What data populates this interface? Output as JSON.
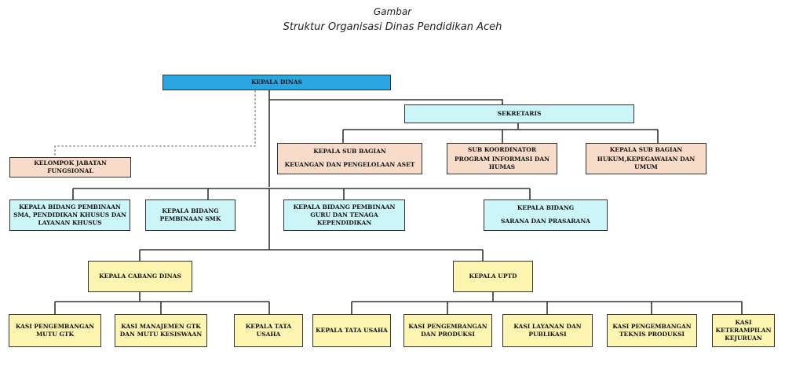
{
  "header": {
    "line1": "Gambar",
    "line2": "Struktur Organisasi Dinas Pendidikan Aceh"
  },
  "boxes": {
    "kepala_dinas": "KEPALA DINAS",
    "sekretaris": "SEKRETARIS",
    "kelompok": "KELOMPOK JABATAN FUNGSIONAL",
    "kasubag_keuangan": {
      "line1": "KEPALA SUB BAGIAN",
      "line2": "KEUANGAN DAN PENGELOLAAN ASET"
    },
    "subkoor_program": {
      "line1": "SUB KOORDINATOR",
      "line2": "PROGRAM INFORMASI DAN HUMAS"
    },
    "kasubag_hukum": {
      "line1": "KEPALA SUB BAGIAN",
      "line2": "HUKUM,KEPEGAWAIAN DAN UMUM"
    },
    "kabid_sma": "KEPALA BIDANG PEMBINAAN SMA, PENDIDIKAN KHUSUS DAN LAYANAN KHUSUS",
    "kabid_smk": "KEPALA BIDANG PEMBINAAN SMK",
    "kabid_guru": "KEPALA BIDANG PEMBINAAN GURU DAN TENAGA KEPENDIDIKAN",
    "kabid_sarana": {
      "line1": "KEPALA BIDANG",
      "line2": "SARANA DAN PRASARANA"
    },
    "kepala_cabang": "KEPALA CABANG DINAS",
    "kepala_uptd": "KEPALA UPTD",
    "kasi_gtk": "KASI PENGEMBANGAN MUTU GTK",
    "kasi_manajemen": "KASI MANAJEMEN GTK DAN MUTU KESISWAAN",
    "kepala_tu_cabang": "KEPALA TATA USAHA",
    "kepala_tu_uptd": "KEPALA TATA USAHA",
    "kasi_produksi": "KASI PENGEMBANGAN DAN PRODUKSI",
    "kasi_layanan": "KASI LAYANAN DAN PUBLIKASI",
    "kasi_teknis": "KASI PENGEMBANGAN TEKNIS PRODUKSI",
    "kasi_keterampilan": "KASI KETERAMPILAN KEJURUAN"
  },
  "colors": {
    "blue": "#2aa7e0",
    "cyan": "#ccf5f7",
    "peach": "#f8dcc9",
    "yellow": "#fdf5b0",
    "line": "#333333"
  }
}
